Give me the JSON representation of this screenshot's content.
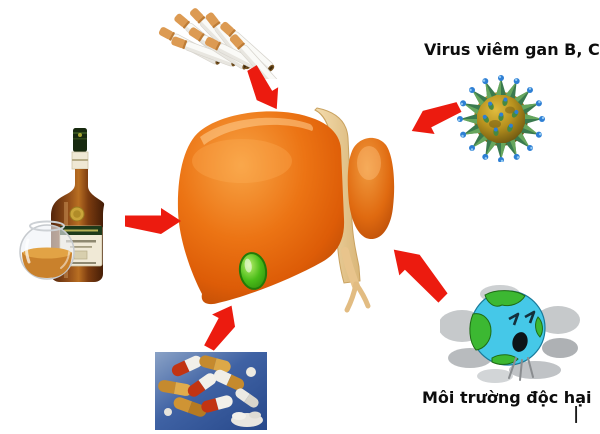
{
  "labels": {
    "virus": "Virus viêm gan B, C",
    "environment": "Môi trường độc hại",
    "text_cursor": "|"
  },
  "figures": [
    {
      "name": "cigarettes-illustration",
      "meaning": "bundle of cigarettes"
    },
    {
      "name": "hepatitis-virus-illustration",
      "meaning": "spiky hepatitis virus particle"
    },
    {
      "name": "alcohol-illustration",
      "meaning": "cognac bottle with glass of liquor"
    },
    {
      "name": "liver-illustration",
      "meaning": "orange liver with green gallbladder"
    },
    {
      "name": "drugs-illustration",
      "meaning": "pills and capsules photo on blue background"
    },
    {
      "name": "polluted-earth-illustration",
      "meaning": "coughing cartoon earth in gray smoke"
    }
  ],
  "arrows": [
    {
      "name": "arrow-from-cigarettes",
      "from": "cigarettes",
      "to": "liver",
      "direction": "down-right"
    },
    {
      "name": "arrow-from-virus",
      "from": "virus",
      "to": "liver",
      "direction": "down-left"
    },
    {
      "name": "arrow-from-alcohol",
      "from": "alcohol",
      "to": "liver",
      "direction": "right"
    },
    {
      "name": "arrow-from-drugs",
      "from": "drugs",
      "to": "liver",
      "direction": "up-right"
    },
    {
      "name": "arrow-from-environment",
      "from": "environment",
      "to": "liver",
      "direction": "up-left"
    }
  ],
  "colors": {
    "arrow_red": "#ec1b0f",
    "liver_orange": "#e2640d",
    "ligament_tan": "#e8c48c",
    "gallbladder_green": "#3db514",
    "label_text": "#0d0d0d",
    "pills_background_blue": "#35589c",
    "virus_body_gold": "#b8921f",
    "earth_ocean_blue": "#45c8e8",
    "earth_land_green": "#3cb832",
    "smoke_gray": "#c6c9cb",
    "background": "#ffffff"
  }
}
